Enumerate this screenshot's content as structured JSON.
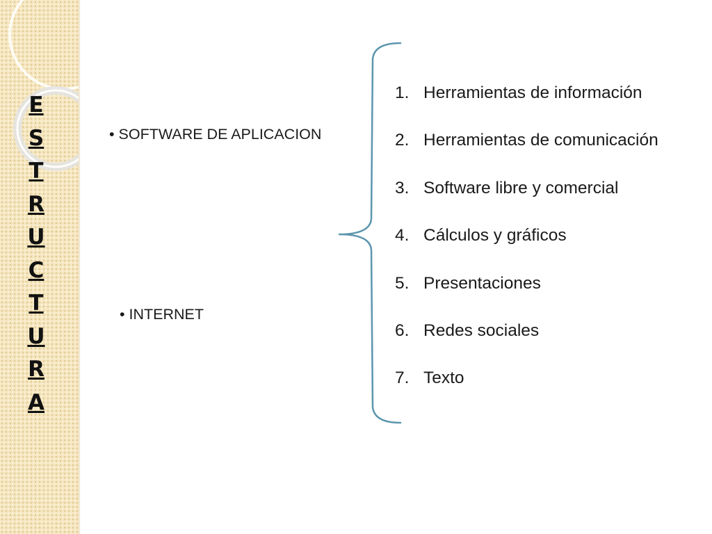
{
  "sidebar": {
    "title_letters": [
      "E",
      "S",
      "T",
      "R",
      "U",
      "C",
      "T",
      "U",
      "R",
      "A"
    ]
  },
  "bullets": [
    {
      "label": "SOFTWARE DE APLICACION"
    },
    {
      "label": "INTERNET"
    }
  ],
  "list": [
    {
      "num": "1.",
      "label": "Herramientas de información"
    },
    {
      "num": "2.",
      "label": "Herramientas de comunicación"
    },
    {
      "num": "3.",
      "label": "Software libre y comercial"
    },
    {
      "num": "4.",
      "label": "Cálculos y gráficos"
    },
    {
      "num": "5.",
      "label": "Presentaciones"
    },
    {
      "num": "6.",
      "label": "Redes sociales"
    },
    {
      "num": "7.",
      "label": "Texto"
    }
  ],
  "colors": {
    "sidebar_bg": "#f5e6bf",
    "brace": "#5b96ad",
    "text": "#1a1a1a"
  }
}
